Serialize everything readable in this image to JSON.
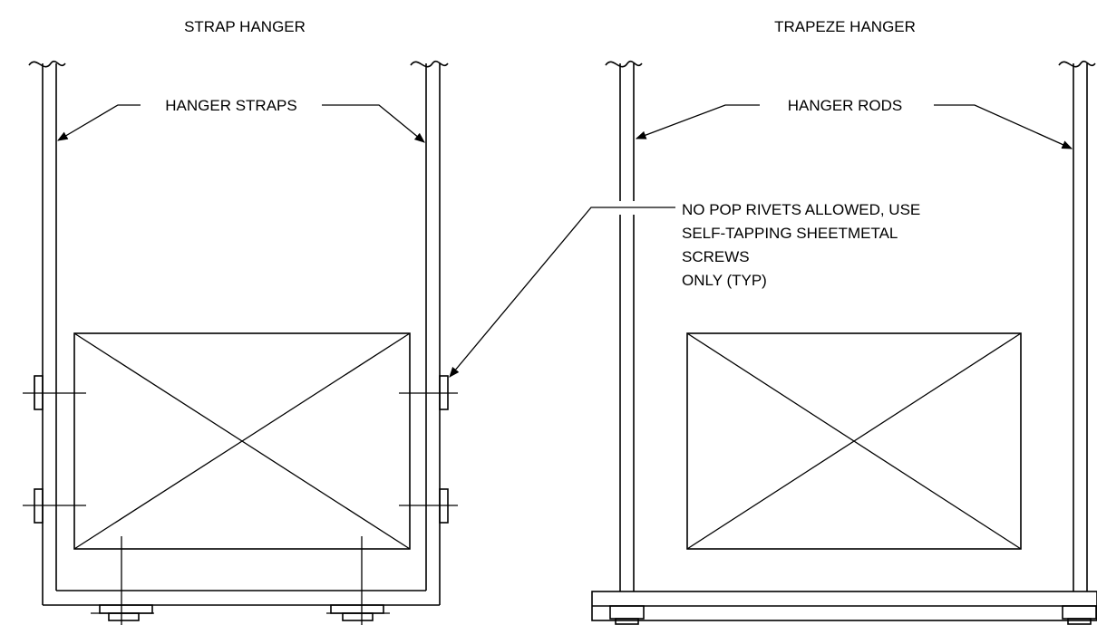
{
  "strap_hanger": {
    "title": "STRAP HANGER",
    "callout": "HANGER STRAPS"
  },
  "trapeze_hanger": {
    "title": "TRAPEZE HANGER",
    "callout": "HANGER RODS"
  },
  "note": {
    "lines": [
      "NO POP RIVETS ALLOWED, USE",
      "SELF-TAPPING SHEETMETAL",
      "SCREWS",
      "ONLY (TYP)"
    ]
  }
}
